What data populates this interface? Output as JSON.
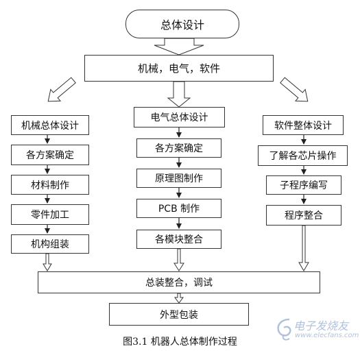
{
  "diagram": {
    "top": {
      "design": "总体设计",
      "disciplines": "机械，电气，软件"
    },
    "mechanical": {
      "header": "机械总体设计",
      "steps": [
        "各方案确定",
        "材料制作",
        "零件加工",
        "机构组装"
      ]
    },
    "electrical": {
      "header": "电气总体设计",
      "steps": [
        "各方案确定",
        "原理图制作",
        "PCB 制作",
        "各模块整合"
      ]
    },
    "software": {
      "header": "软件整体设计",
      "steps": [
        "了解各芯片操作",
        "子程序编写",
        "程序整合"
      ]
    },
    "bottom": {
      "assembly": "总装整合，调试",
      "packaging": "外型包装"
    },
    "caption": "图3.1  机器人总体制作过程",
    "watermark": {
      "main": "电子发烧友",
      "sub": "www.elecfans.com"
    }
  }
}
